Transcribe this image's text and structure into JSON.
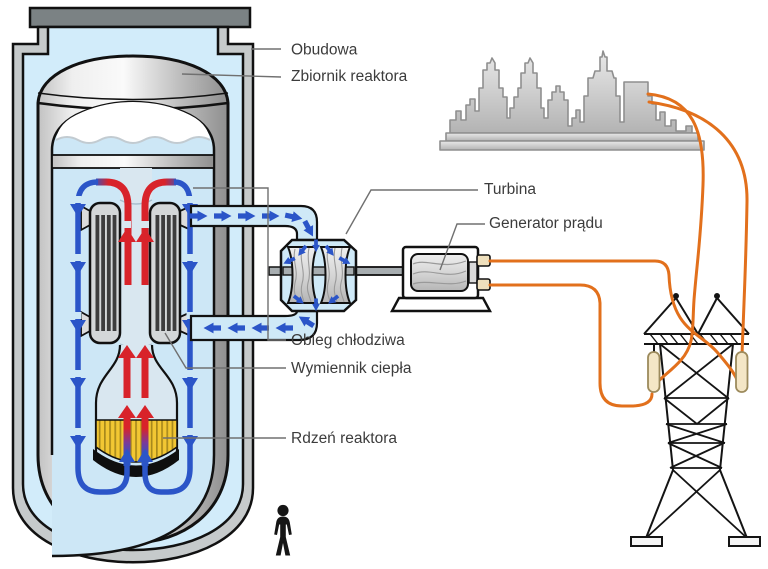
{
  "diagram": {
    "labels": {
      "containment": "Obudowa",
      "reactor_vessel": "Zbiornik reaktora",
      "turbine": "Turbina",
      "generator": "Generator prądu",
      "coolant_loop": "Obieg chłodziwa",
      "heat_exchanger": "Wymiennik ciepła",
      "reactor_core": "Rdzeń reaktora"
    },
    "colors": {
      "coolant_cold_blue": "#2b55c8",
      "coolant_hot_red": "#d8232a",
      "power_line_orange": "#e2701c",
      "core_yellow": "#f2c733",
      "water_light_blue": "#cfe9f7",
      "containment_interior_blue": "#d2ecfa"
    }
  }
}
